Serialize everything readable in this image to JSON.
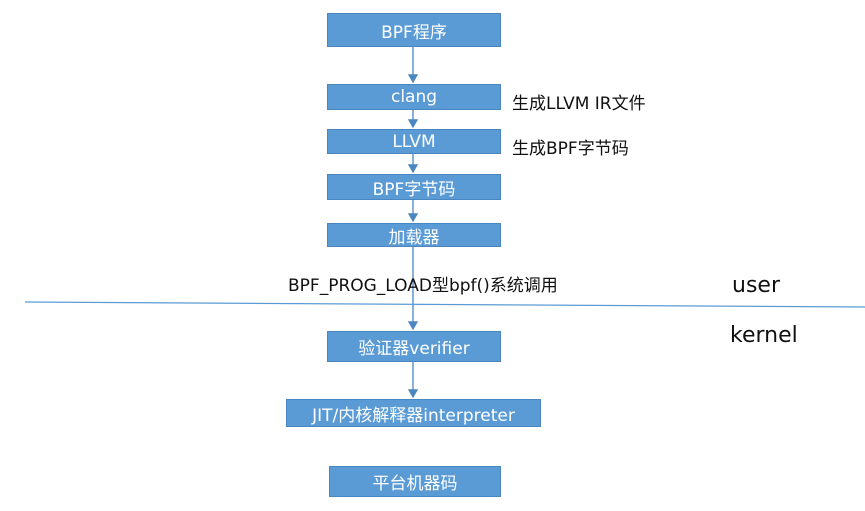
{
  "diagram": {
    "nodes": {
      "bpf_program": "BPF程序",
      "clang": "clang",
      "llvm": "LLVM",
      "bpf_bytecode": "BPF字节码",
      "loader": "加载器",
      "verifier": "验证器verifier",
      "jit_interpreter": "JIT/内核解释器interpreter",
      "machine_code": "平台机器码"
    },
    "annotations": {
      "clang_output": "生成LLVM IR文件",
      "llvm_output": "生成BPF字节码",
      "syscall": "BPF_PROG_LOAD型bpf()系统调用"
    },
    "regions": {
      "user": "user",
      "kernel": "kernel"
    },
    "colors": {
      "box_fill": "#5b9bd5",
      "box_border": "#4a86c0",
      "box_text": "#ffffff",
      "divider": "#5b9bd5",
      "arrow": "#4a86c0"
    }
  }
}
